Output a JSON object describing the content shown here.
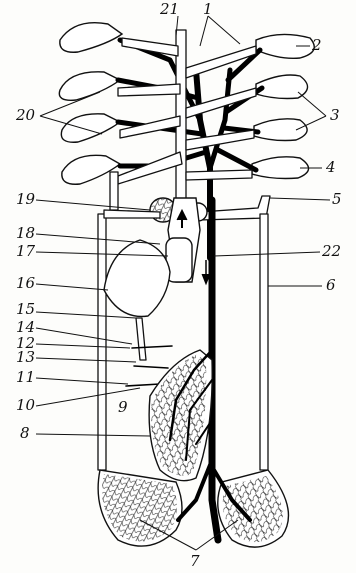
{
  "labels": [
    {
      "id": "l1",
      "text": "1"
    },
    {
      "id": "l2",
      "text": "2"
    },
    {
      "id": "l3",
      "text": "3"
    },
    {
      "id": "l4",
      "text": "4"
    },
    {
      "id": "l5",
      "text": "5"
    },
    {
      "id": "l6",
      "text": "6"
    },
    {
      "id": "l7",
      "text": "7"
    },
    {
      "id": "l8",
      "text": "8"
    },
    {
      "id": "l9",
      "text": "9"
    },
    {
      "id": "l10",
      "text": "10"
    },
    {
      "id": "l11",
      "text": "11"
    },
    {
      "id": "l12",
      "text": "12"
    },
    {
      "id": "l13",
      "text": "13"
    },
    {
      "id": "l14",
      "text": "14"
    },
    {
      "id": "l15",
      "text": "15"
    },
    {
      "id": "l16",
      "text": "16"
    },
    {
      "id": "l17",
      "text": "17"
    },
    {
      "id": "l18",
      "text": "18"
    },
    {
      "id": "l19",
      "text": "19"
    },
    {
      "id": "l20",
      "text": "20"
    },
    {
      "id": "l21",
      "text": "21"
    },
    {
      "id": "l22",
      "text": "22"
    }
  ],
  "arrows": [
    "up-arrow",
    "down-arrow"
  ]
}
